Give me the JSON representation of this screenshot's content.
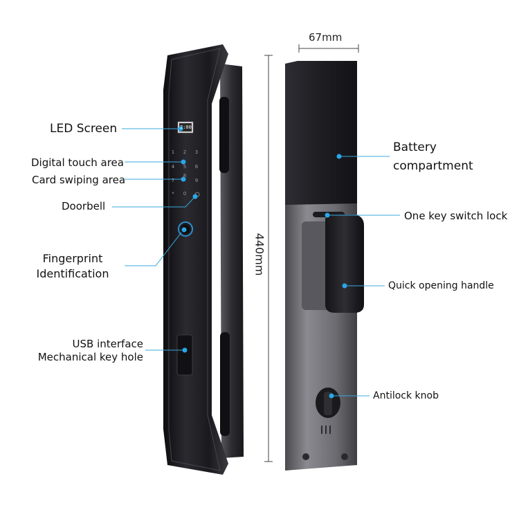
{
  "dimensions": {
    "width": "67mm",
    "height": "440mm"
  },
  "front_labels": {
    "led_screen": "LED Screen",
    "digital_touch": "Digital touch area",
    "card_swiping": "Card swiping area",
    "doorbell": "Doorbell",
    "fingerprint": [
      "Fingerprint",
      "Identification"
    ],
    "usb": [
      "USB interface",
      "Mechanical key hole"
    ]
  },
  "back_labels": {
    "battery": [
      "Battery",
      "compartment"
    ],
    "switch_lock": "One key switch lock",
    "handle": "Quick opening handle",
    "antilock": "Antilock knob"
  },
  "screen": {
    "time": "2:00"
  },
  "keypad": [
    "1",
    "2",
    "3",
    "4",
    "5",
    "6",
    "7",
    "8",
    "9",
    "*",
    "0"
  ],
  "colors": {
    "accent": "#2aa7e6",
    "leader_line": "#3aa8de",
    "lock_body": "#1c1c20",
    "panel_metal": "#6a6a70",
    "background": "#ffffff"
  }
}
